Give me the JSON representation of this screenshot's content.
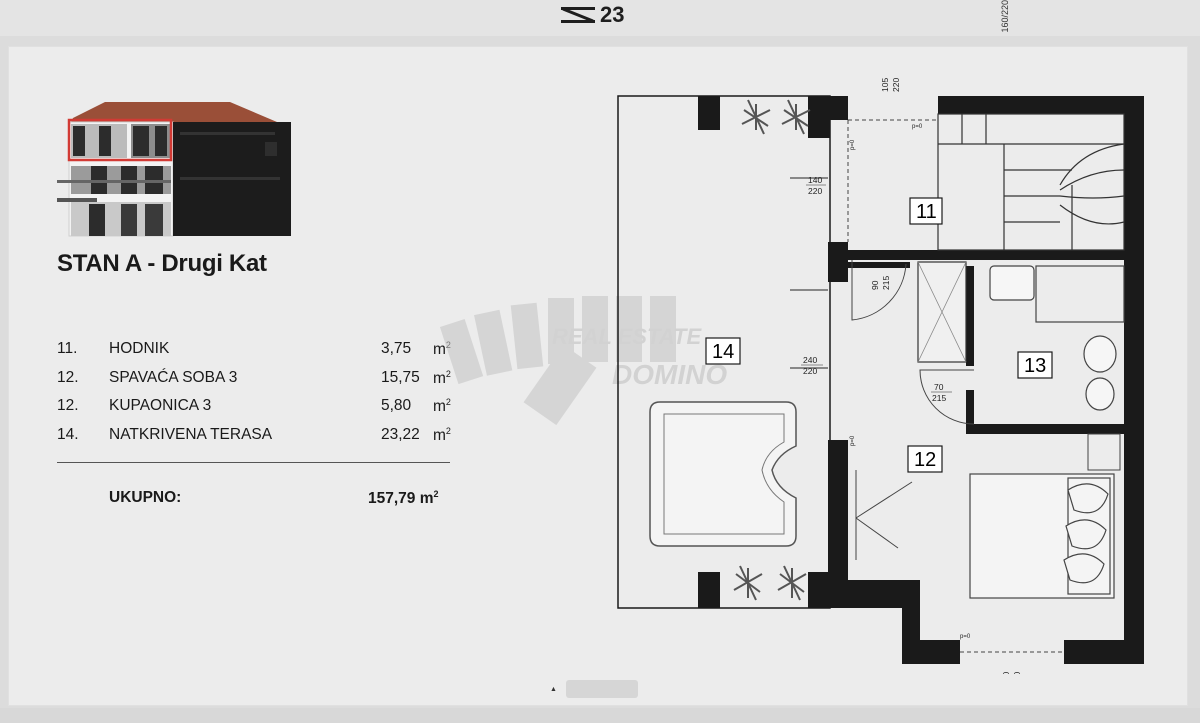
{
  "page": {
    "number": "23",
    "top_dimension": "160/220"
  },
  "unit": {
    "title": "STAN A - Drugi Kat"
  },
  "rooms": [
    {
      "num": "11.",
      "name": "HODNIK",
      "area": "3,75",
      "unit": "m"
    },
    {
      "num": "12.",
      "name": "SPAVAĆA SOBA 3",
      "area": "15,75",
      "unit": "m"
    },
    {
      "num": "12.",
      "name": "KUPAONICA 3",
      "area": "5,80",
      "unit": "m"
    },
    {
      "num": "14.",
      "name": "NATKRIVENA TERASA",
      "area": "23,22",
      "unit": "m"
    }
  ],
  "area_exponent": "2",
  "total": {
    "label": "UKUPNO:",
    "area": "157,79 m"
  },
  "plan": {
    "room_labels": [
      "11",
      "14",
      "13",
      "12"
    ],
    "dimensions": {
      "d1": "105",
      "d1b": "220",
      "d2": "140",
      "d2b": "220",
      "d3": "90",
      "d3b": "215",
      "d4": "240",
      "d4b": "220",
      "d5": "70",
      "d5b": "215",
      "d6": "160",
      "d6b": "220",
      "p1": "p=0",
      "p2": "p=0",
      "p3": "p=0",
      "p4": "p=0"
    }
  },
  "watermark": {
    "line1": "REAL ESTATE",
    "line2": "DOMINO"
  },
  "colors": {
    "highlight": "#d23a34",
    "roof": "#9a4f38",
    "wall_dark": "#1c1c1c"
  }
}
